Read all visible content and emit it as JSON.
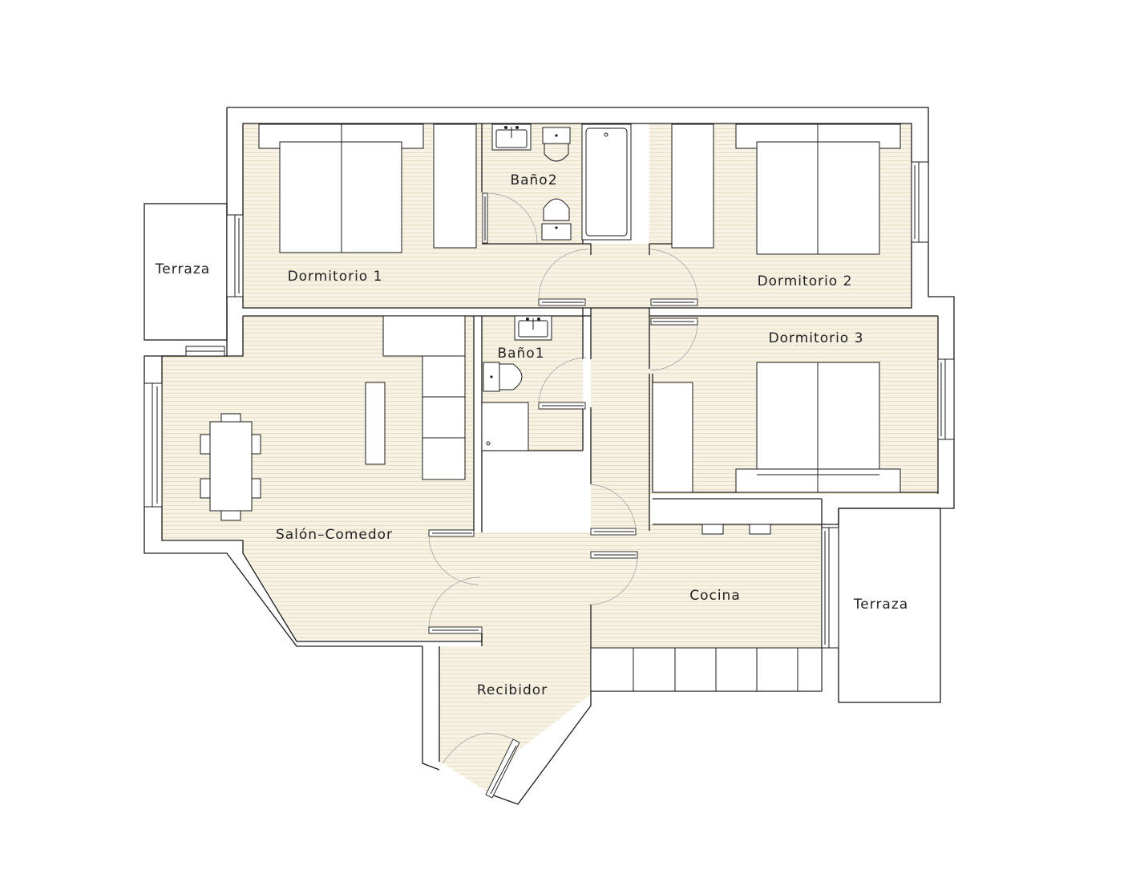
{
  "rooms": {
    "terraza_west": "Terraza",
    "dormitorio_1": "Dormitorio  1",
    "bano_2": "Baño2",
    "dormitorio_2": "Dormitorio  2",
    "bano_1": "Baño1",
    "dormitorio_3": "Dormitorio  3",
    "salon_comedor": "Salón–Comedor",
    "cocina": "Cocina",
    "terraza_east": "Terraza",
    "recibidor": "Recibidor"
  },
  "colors": {
    "floor_fill": "#f7f2e6",
    "floor_stripe": "#e7d9b8",
    "wall": "#1a1a1a",
    "background": "#ffffff"
  },
  "icons": {
    "bed": "bed-icon",
    "wardrobe": "wardrobe-icon",
    "toilet": "toilet-icon",
    "bidet": "bidet-icon",
    "sink": "sink-icon",
    "bathtub": "bathtub-icon",
    "shower": "shower-icon",
    "dining_table": "dining-table-icon",
    "sofa": "sofa-icon",
    "tv_unit": "tv-unit-icon",
    "kitchen_counter": "kitchen-counter-icon"
  }
}
